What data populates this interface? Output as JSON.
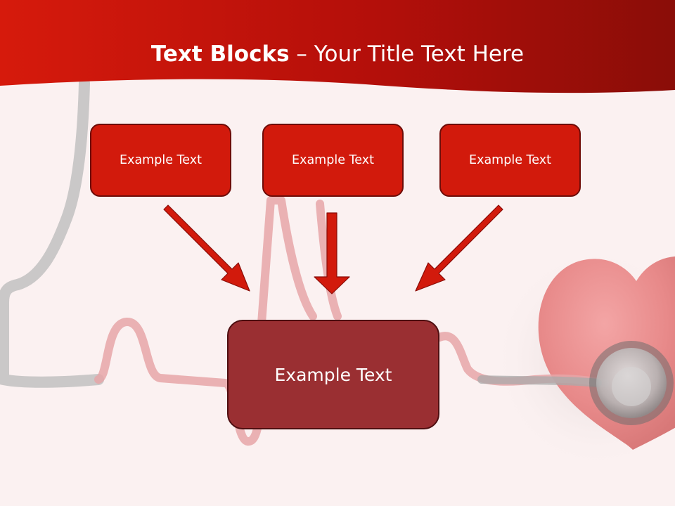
{
  "slide": {
    "title_bold": "Text Blocks",
    "title_dash": " – ",
    "title_rest": "Your Title Text Here",
    "boxes": [
      {
        "label": "Example Text"
      },
      {
        "label": "Example Text"
      },
      {
        "label": "Example Text"
      }
    ],
    "main_box": {
      "label": "Example Text"
    }
  },
  "colors": {
    "header_red": "#d21a0c",
    "header_dark": "#8a0d08",
    "box_red": "#d21a0c",
    "box_border": "#6e0c08",
    "main_box": "#9a2f32",
    "arrow": "#d21a0c",
    "background": "#fbf1f1"
  }
}
